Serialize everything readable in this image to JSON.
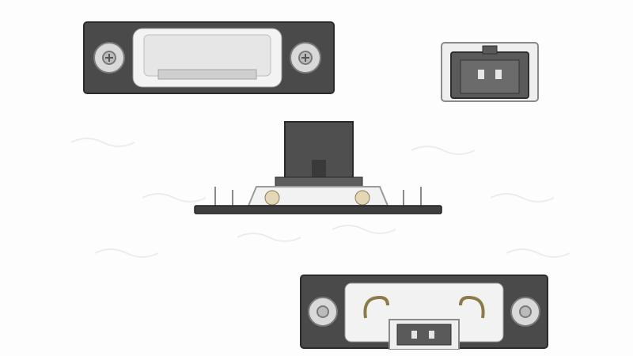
{
  "scene": {
    "subject": "license-plate-lamp",
    "views": [
      "top-view",
      "connector-end-view",
      "side-view",
      "bottom-view"
    ]
  },
  "colors": {
    "housing": "#4a4a4a",
    "housing_edge": "#2b2b2b",
    "lens": "#f2f2f2",
    "connector": "#5a5a5a",
    "screw": "#d8d8d8",
    "background": "#fdfdfd"
  }
}
